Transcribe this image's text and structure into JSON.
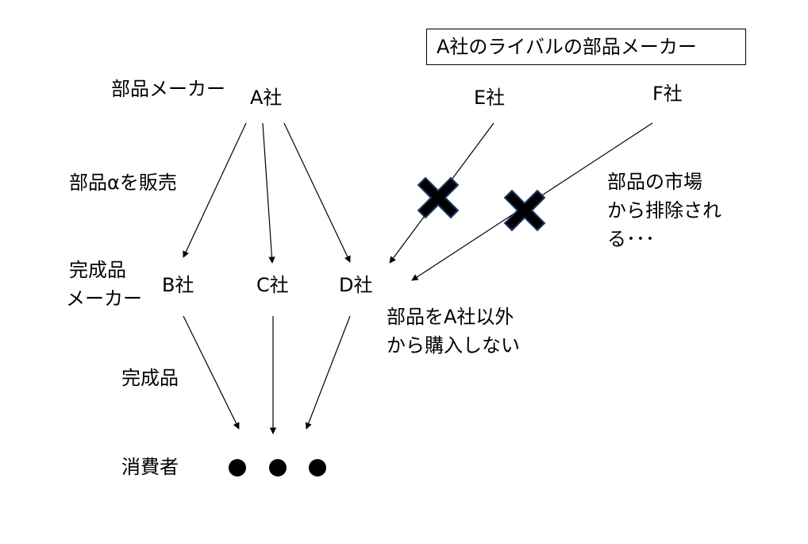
{
  "legend_box": "A社のライバルの部品メーカー",
  "labels": {
    "parts_maker": "部品メーカー",
    "sell_parts": "部品αを販売",
    "finished_maker_1": "完成品",
    "finished_maker_2": "メーカー",
    "finished_goods": "完成品",
    "consumer": "消費者",
    "excluded_1": "部品の市場",
    "excluded_2": "から排除され",
    "excluded_3": "る･･･",
    "no_buy_1": "部品をA社以外",
    "no_buy_2": "から購入しない"
  },
  "companies": {
    "a": "A社",
    "b": "B社",
    "c": "C社",
    "d": "D社",
    "e": "E社",
    "f": "F社"
  },
  "colors": {
    "arrow": "#000000",
    "cross_fill": "#000000",
    "cross_border": "#1f3864"
  }
}
